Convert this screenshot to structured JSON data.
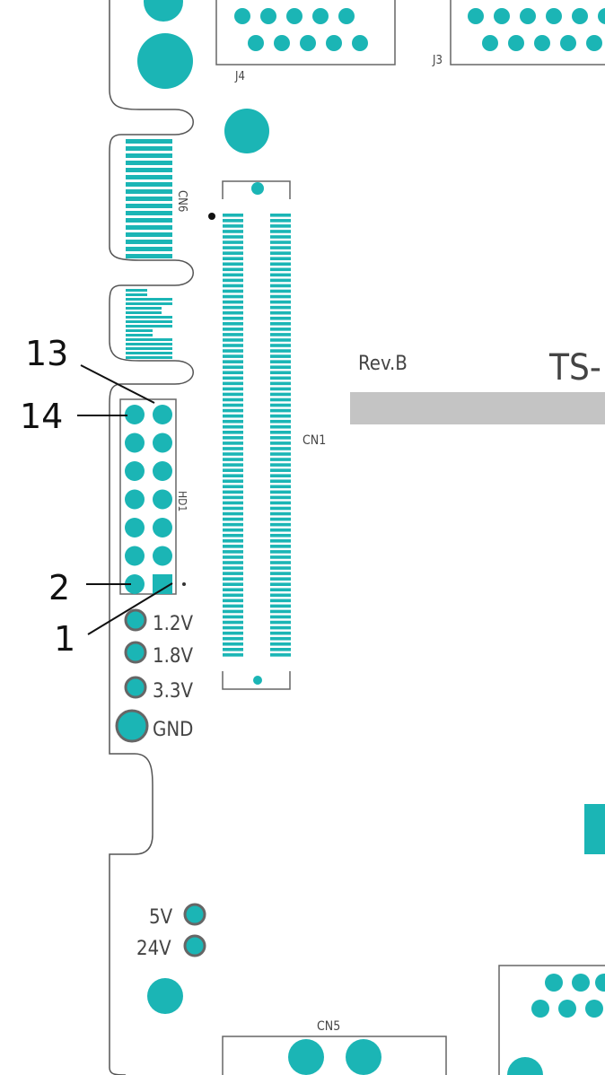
{
  "connectors": {
    "j4": "J4",
    "j3": "J3",
    "cn6": "CN6",
    "cn1": "CN1",
    "hd1": "HD1",
    "cn5": "CN5"
  },
  "board": {
    "revision": "Rev.B",
    "title_partial": "TS-"
  },
  "callouts": {
    "pin13": "13",
    "pin14": "14",
    "pin2": "2",
    "pin1": "1"
  },
  "test_points": [
    "1.2V",
    "1.8V",
    "3.3V",
    "GND"
  ],
  "power_points": [
    "5V",
    "24V"
  ],
  "colors": {
    "copper": "#1bb5b5",
    "silkscreen": "#666666",
    "label_bar": "#c4c4c4",
    "background": "#ffffff"
  }
}
